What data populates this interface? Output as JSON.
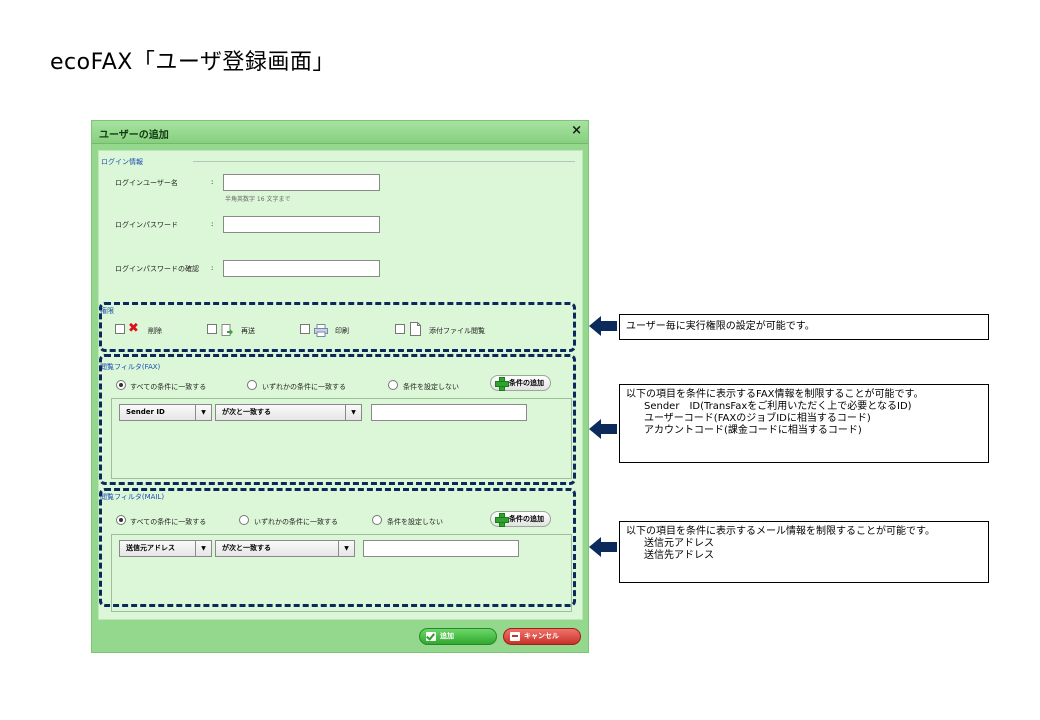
{
  "page_title": "ecoFAX「ユーザ登録画面」",
  "dialog": {
    "title": "ユーザーの追加",
    "close": "×",
    "login_section": {
      "heading": "ログイン情報",
      "username_label": "ログインユーザー名",
      "username_hint": "半角英数字 16 文字まで",
      "username_value": "",
      "password_label": "ログインパスワード",
      "password_value": "",
      "confirm_label": "ログインパスワードの確認",
      "confirm_value": "",
      "colon": ":"
    },
    "permissions": {
      "heading": "権限",
      "items": [
        {
          "label": "削除",
          "icon": "red-x-icon",
          "checked": false
        },
        {
          "label": "再送",
          "icon": "resend-doc-icon",
          "checked": false
        },
        {
          "label": "印刷",
          "icon": "printer-icon",
          "checked": false
        },
        {
          "label": "添付ファイル閲覧",
          "icon": "document-icon",
          "checked": false
        }
      ]
    },
    "fax_filter": {
      "heading": "閲覧フィルタ(FAX)",
      "radio_all": "すべての条件に一致する",
      "radio_any": "いずれかの条件に一致する",
      "radio_none": "条件を設定しない",
      "selected": "all",
      "add_condition": "条件の追加",
      "field_select": "Sender ID",
      "operator_select": "が次と一致する",
      "value": ""
    },
    "mail_filter": {
      "heading": "閲覧フィルタ(MAIL)",
      "radio_all": "すべての条件に一致する",
      "radio_any": "いずれかの条件に一致する",
      "radio_none": "条件を設定しない",
      "selected": "all",
      "add_condition": "条件の追加",
      "field_select": "送信元アドレス",
      "operator_select": "が次と一致する",
      "value": ""
    },
    "footer": {
      "add_label": "追加",
      "cancel_label": "キャンセル"
    }
  },
  "annotations": {
    "permissions_note": "ユーザー毎に実行権限の設定が可能です。",
    "fax_note": {
      "line1": "以下の項目を条件に表示するFAX情報を制限することが可能です。",
      "line2": "Sender　ID(TransFaxをご利用いただく上で必要となるID)",
      "line3": "ユーザーコード(FAXのジョブIDに相当するコード)",
      "line4": "アカウントコード(課金コードに相当するコード)"
    },
    "mail_note": {
      "line1": "以下の項目を条件に表示するメール情報を制限することが可能です。",
      "line2": "送信元アドレス",
      "line3": "送信先アドレス"
    }
  },
  "colors": {
    "dialog_green": "#93d88c",
    "body_green": "#dcf7d7",
    "dash_navy": "#0b2a5b",
    "arrow_navy": "#0d2a5c",
    "add_green": "#30a82f",
    "cancel_red": "#c8332b"
  }
}
